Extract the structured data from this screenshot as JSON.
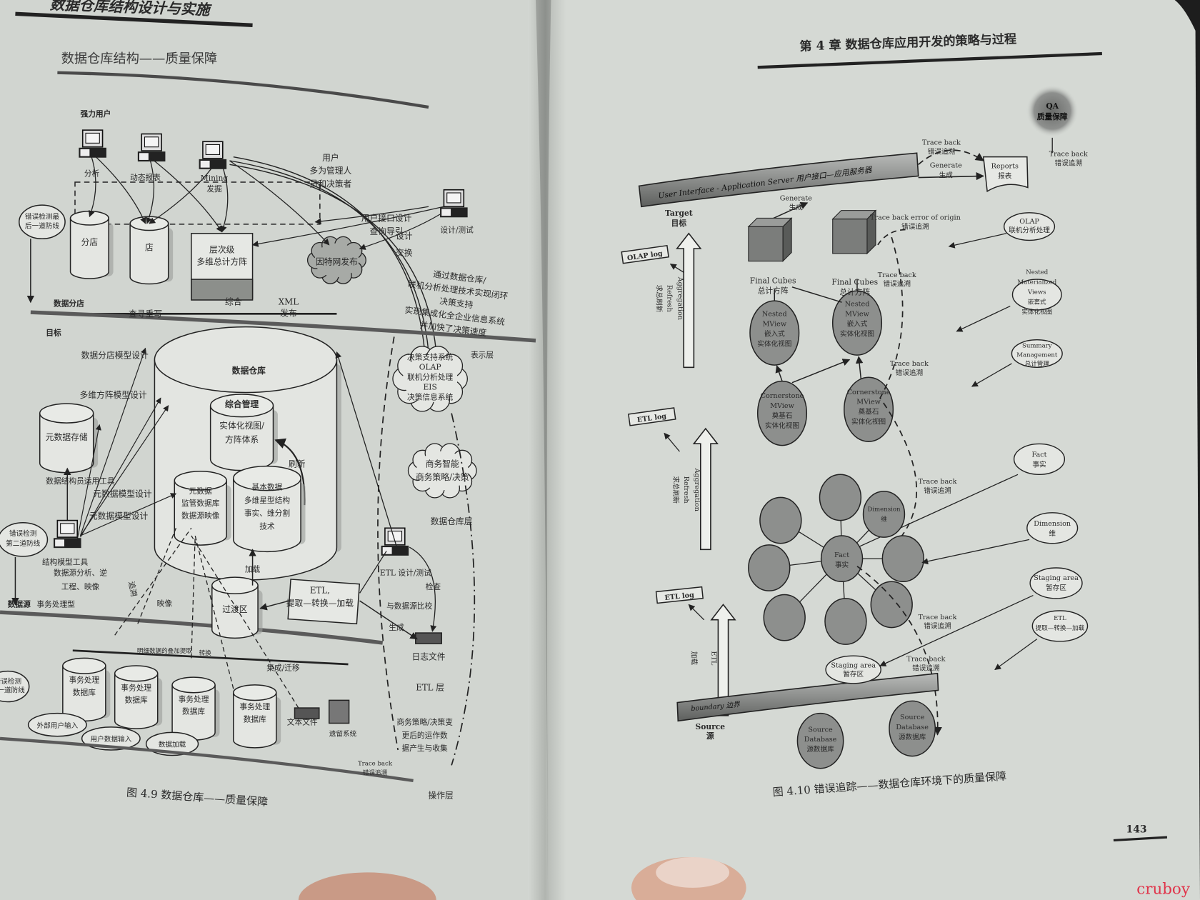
{
  "left_page": {
    "running_header": "数据仓库结构设计与实施",
    "section_title": "数据仓库结构——质量保障",
    "figure_caption": "图 4.9   数据仓库——质量保障",
    "layers": {
      "target": "目标",
      "presentation": "表示层",
      "warehouse": "数据仓库层",
      "etl": "ETL 层",
      "operational": "操作层",
      "data_mart": "数据分店",
      "data_source": "数据源",
      "data_source_type": "事务处理型"
    },
    "power_users": "强力用户",
    "workstations": {
      "analysis": "分析",
      "dynamic_reports": "动态报表",
      "mining": [
        "Mining",
        "发掘"
      ],
      "design_test": "设计/测试",
      "structure_tool": "结构模型工具",
      "etl_design": "ETL 设计/测试"
    },
    "users_note": [
      "用户",
      "多为管理人",
      "员和决策者"
    ],
    "ui_design": [
      "用户接口设计",
      "查询导引"
    ],
    "design_exchange": [
      "设计",
      "交换"
    ],
    "last_defense": [
      "错误检测最",
      "后一道防线"
    ],
    "second_defense": [
      "错误检测",
      "第二道防线"
    ],
    "first_defense": [
      "错误检测",
      "第一道防线"
    ],
    "mart_branch": "分店",
    "mart_store": "店",
    "cube_box": [
      "层次级",
      "多维总计方阵"
    ],
    "internet": "因特网发布",
    "query_rewrite": "查寻重写",
    "integrate": "综合",
    "xml_publish": [
      "XML",
      "发布"
    ],
    "closed_loop_note": [
      "通过数据仓库/",
      "联机分析处理技术实现闭环",
      "决策支持",
      "实现集成化全企业信息系统",
      "并加快了决策速度"
    ],
    "mart_model_design": "数据分店模型设计",
    "cube_model_design": "多维方阵模型设计",
    "warehouse": "数据仓库",
    "integrated_mgmt": "综合管理",
    "materialized_views": [
      "实体化视图/",
      "方阵体系"
    ],
    "refresh": "刷新",
    "metadata_store": "元数据存储",
    "architect_tools": "数据结构员运用工具",
    "metadata_model_design_1": "元数据模型设计",
    "metadata_model_design_2": "元数据模型设计",
    "metadata_db": [
      "元数据",
      "监管数据库",
      "数据源映像"
    ],
    "base_data": [
      "基本数据",
      "多维星型结构",
      "事实、维分割",
      "技术"
    ],
    "source_analysis": [
      "数据源分析、逆",
      "工程、映像"
    ],
    "trace": "追溯",
    "mapping": "映像",
    "load": "加载",
    "staging": "过渡区",
    "etl_box": [
      "ETL,",
      "提取—转换—加载"
    ],
    "check": "检查",
    "compare_source": "与数据源比校",
    "generate": "生成",
    "log_file": "日志文件",
    "dss_cloud": [
      "决策支持系统",
      "OLAP",
      "联机分析处理",
      "EIS",
      "决策信息系统"
    ],
    "bi_cloud": [
      "商务智能",
      "商务策略/决策"
    ],
    "strategy_note": [
      "商务策略/决策变",
      "更后的运作数",
      "据产生与收集"
    ],
    "trace_back": [
      "Trace back",
      "错误追溯"
    ],
    "detail_extract": "明细数据的叠加提取",
    "transform": "转换",
    "integrate_migrate": "集成/迁移",
    "transaction_db": [
      "事务处理",
      "数据库"
    ],
    "text_file": "文本文件",
    "legacy_system": "遗留系统",
    "external_input": "外部用户输入",
    "user_input": "用户数据输入",
    "data_load": "数据加载"
  },
  "right_page": {
    "chapter_header": "第 4 章   数据仓库应用开发的策略与过程",
    "figure_caption": "图 4.10   错误追踪——数据仓库环境下的质量保障",
    "page_number": "143",
    "qa_badge": [
      "QA",
      "质量保障"
    ],
    "app_server": "User Interface - Application Server   用户接口—应用服务器",
    "target": [
      "Target",
      "目标"
    ],
    "trace_back": [
      "Trace back",
      "错误追溯"
    ],
    "generate": [
      "Generate",
      "生成"
    ],
    "reports": [
      "Reports",
      "报表"
    ],
    "trace_back_origin": [
      "Trace back error of origin",
      "错误追溯"
    ],
    "olap_log": "OLAP log",
    "etl_log_1": "ETL log",
    "etl_log_2": "ETL log",
    "final_cubes": [
      "Final Cubes",
      "总计方阵"
    ],
    "nested_mview": [
      "Nested",
      "MView",
      "嵌入式",
      "实体化视图"
    ],
    "cornerstone_mview": [
      "Cornerstone",
      "MView",
      "奠基石",
      "实体化视图"
    ],
    "aggregation_refresh": [
      "Aggregation",
      "Refresh",
      "求总刷新"
    ],
    "etl_load": [
      "ETL",
      "加载"
    ],
    "legend_olap": [
      "OLAP",
      "联机分析处理"
    ],
    "legend_nested": [
      "Nested",
      "Materialized",
      "Views",
      "嵌套式",
      "实体化视图"
    ],
    "legend_summary": [
      "Summary",
      "Management",
      "总计管理"
    ],
    "legend_fact": [
      "Fact",
      "事实"
    ],
    "legend_dimension": [
      "Dimension",
      "维"
    ],
    "legend_staging": [
      "Staging area",
      "暂存区"
    ],
    "legend_etl": [
      "ETL",
      "提取—转换—加载"
    ],
    "fact_center": [
      "Fact",
      "事实"
    ],
    "dimension_node": [
      "Dimension",
      "维"
    ],
    "staging_area": [
      "Staging area",
      "暂存区"
    ],
    "boundary": "boundary   边界",
    "source": [
      "Source",
      "源"
    ],
    "source_db": [
      "Source",
      "Database",
      "源数据库"
    ]
  },
  "watermark": "cruboy",
  "colors": {
    "page": "#d3d7d2",
    "ink": "#262626",
    "node_fill": "#8d8f8d",
    "watermark": "#e0344a"
  }
}
